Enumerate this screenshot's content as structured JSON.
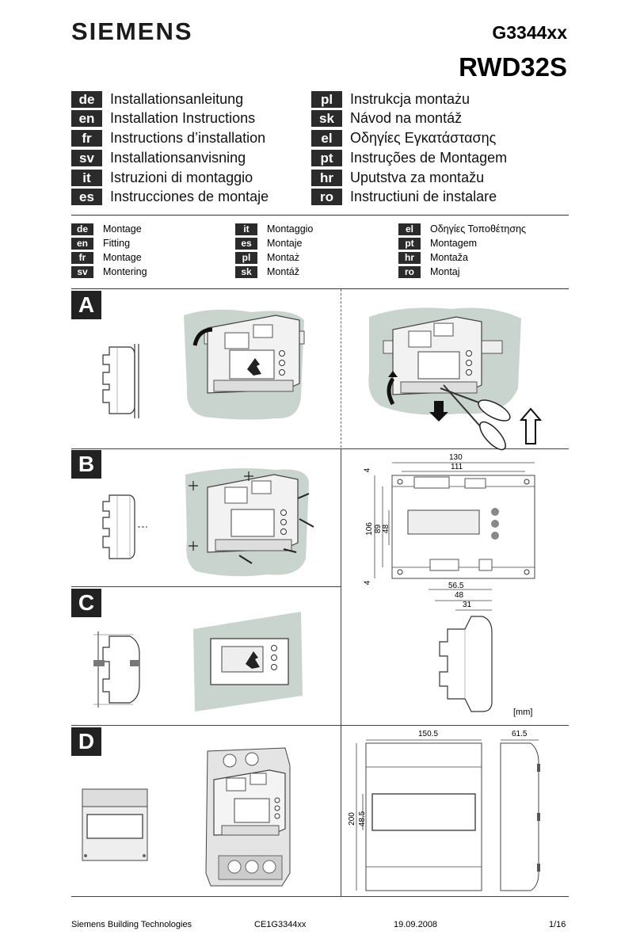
{
  "header": {
    "brand": "SIEMENS",
    "doc_code": "G3344xx",
    "model": "RWD32S"
  },
  "languages_left": [
    {
      "code": "de",
      "title": "Installationsanleitung"
    },
    {
      "code": "en",
      "title": "Installation Instructions"
    },
    {
      "code": "fr",
      "title": "Instructions d’installation"
    },
    {
      "code": "sv",
      "title": "Installationsanvisning"
    },
    {
      "code": "it",
      "title": "Istruzioni di montaggio"
    },
    {
      "code": "es",
      "title": "Instrucciones de montaje"
    }
  ],
  "languages_right": [
    {
      "code": "pl",
      "title": "Instrukcja montażu"
    },
    {
      "code": "sk",
      "title": "Návod na montáž"
    },
    {
      "code": "el",
      "title": "Οδηγίες Εγκατάστασης"
    },
    {
      "code": "pt",
      "title": "Instruções de Montagem"
    },
    {
      "code": "hr",
      "title": "Uputstva za montažu"
    },
    {
      "code": "ro",
      "title": "Instructiuni de instalare"
    }
  ],
  "fitting_col1": [
    {
      "code": "de",
      "title": "Montage"
    },
    {
      "code": "en",
      "title": "Fitting"
    },
    {
      "code": "fr",
      "title": "Montage"
    },
    {
      "code": "sv",
      "title": "Montering"
    }
  ],
  "fitting_col2": [
    {
      "code": "it",
      "title": "Montaggio"
    },
    {
      "code": "es",
      "title": "Montaje"
    },
    {
      "code": "pl",
      "title": "Montaż"
    },
    {
      "code": "sk",
      "title": "Montáž"
    }
  ],
  "fitting_col3": [
    {
      "code": "el",
      "title": "Οδηγίες Τοποθέτησης"
    },
    {
      "code": "pt",
      "title": "Montagem"
    },
    {
      "code": "hr",
      "title": "Montaža"
    },
    {
      "code": "ro",
      "title": "Montaj"
    }
  ],
  "sections": {
    "a": "A",
    "b": "B",
    "c": "C",
    "d": "D"
  },
  "dimensions": {
    "w130": "130",
    "w111": "111",
    "h106": "106",
    "h89": "89",
    "h48": "48",
    "m4a": "4",
    "m4b": "4",
    "d56_5": "56.5",
    "d48": "48",
    "d31": "31",
    "unit": "[mm]",
    "w150_5": "150.5",
    "d61_5": "61.5",
    "h200": "200",
    "h48_5": "48.5"
  },
  "footer": {
    "company": "Siemens Building Technologies",
    "doc_ref": "CE1G3344xx",
    "date": "19.09.2008",
    "page": "1/16"
  },
  "colors": {
    "wall": "#c9d4cf",
    "badge": "#222222"
  }
}
